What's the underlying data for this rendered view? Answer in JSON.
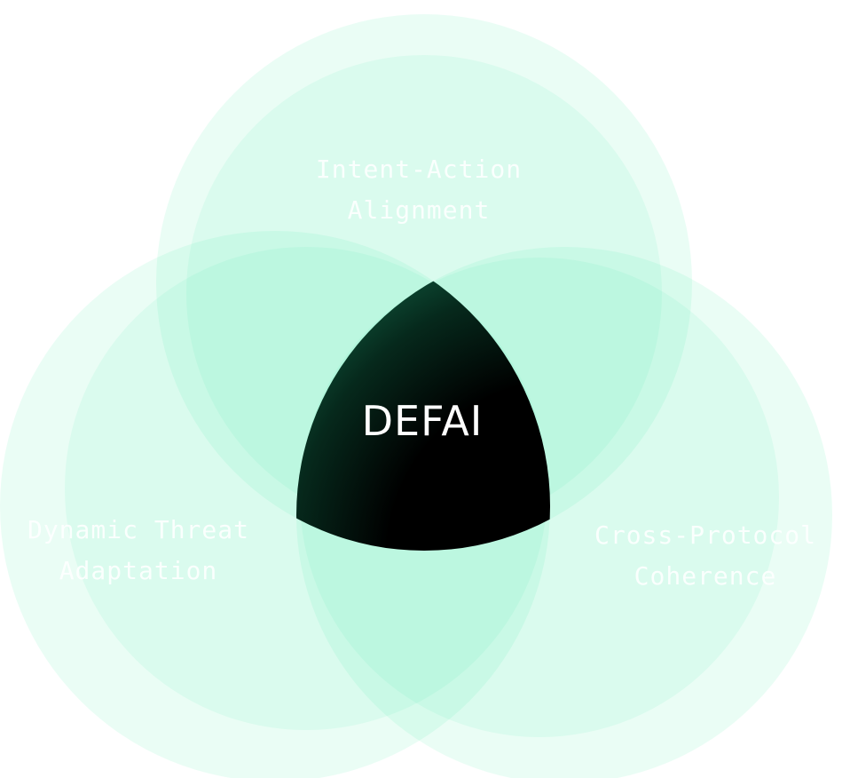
{
  "diagram": {
    "center_label": "DEFAI",
    "circles": [
      {
        "id": "top",
        "line1": "Intent-Action",
        "line2": "Alignment"
      },
      {
        "id": "left",
        "line1": "Dynamic Threat",
        "line2": "Adaptation"
      },
      {
        "id": "right",
        "line1": "Cross-Protocol",
        "line2": "Coherence"
      }
    ],
    "colors": {
      "circle_fill": "#4ff0b0",
      "center_fill": "#000000",
      "center_glow": "#0d4a34",
      "label": "#ffffff"
    }
  }
}
